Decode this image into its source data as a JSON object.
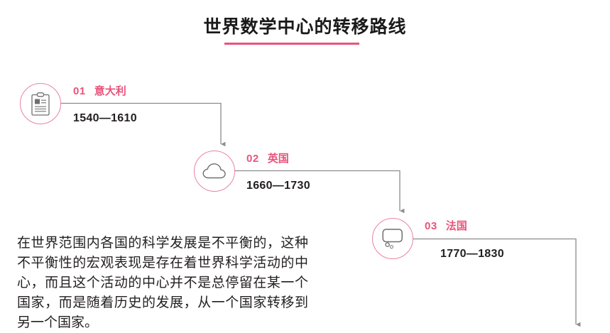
{
  "header": {
    "title": "世界数学中心的转移路线"
  },
  "colors": {
    "accent_pink": "#e8547c",
    "circle_stroke": "#e8849d",
    "connector_gray": "#8c8c8c",
    "text_dark": "#231f20"
  },
  "timeline": {
    "nodes": [
      {
        "number": "01",
        "country": "意大利",
        "date": "1540—1610",
        "icon": "clipboard-document-icon"
      },
      {
        "number": "02",
        "country": "英国",
        "date": "1660—1730",
        "icon": "cloud-icon"
      },
      {
        "number": "03",
        "country": "法国",
        "date": "1770—1830",
        "icon": "speech-bubble-icon"
      }
    ]
  },
  "body": {
    "paragraph": "在世界范围内各国的科学发展是不平衡的，这种不平衡性的宏观表现是存在着世界科学活动的中心，而且这个活动的中心并不是总停留在某一个国家，而是随着历史的发展，从一个国家转移到另一个国家。"
  }
}
